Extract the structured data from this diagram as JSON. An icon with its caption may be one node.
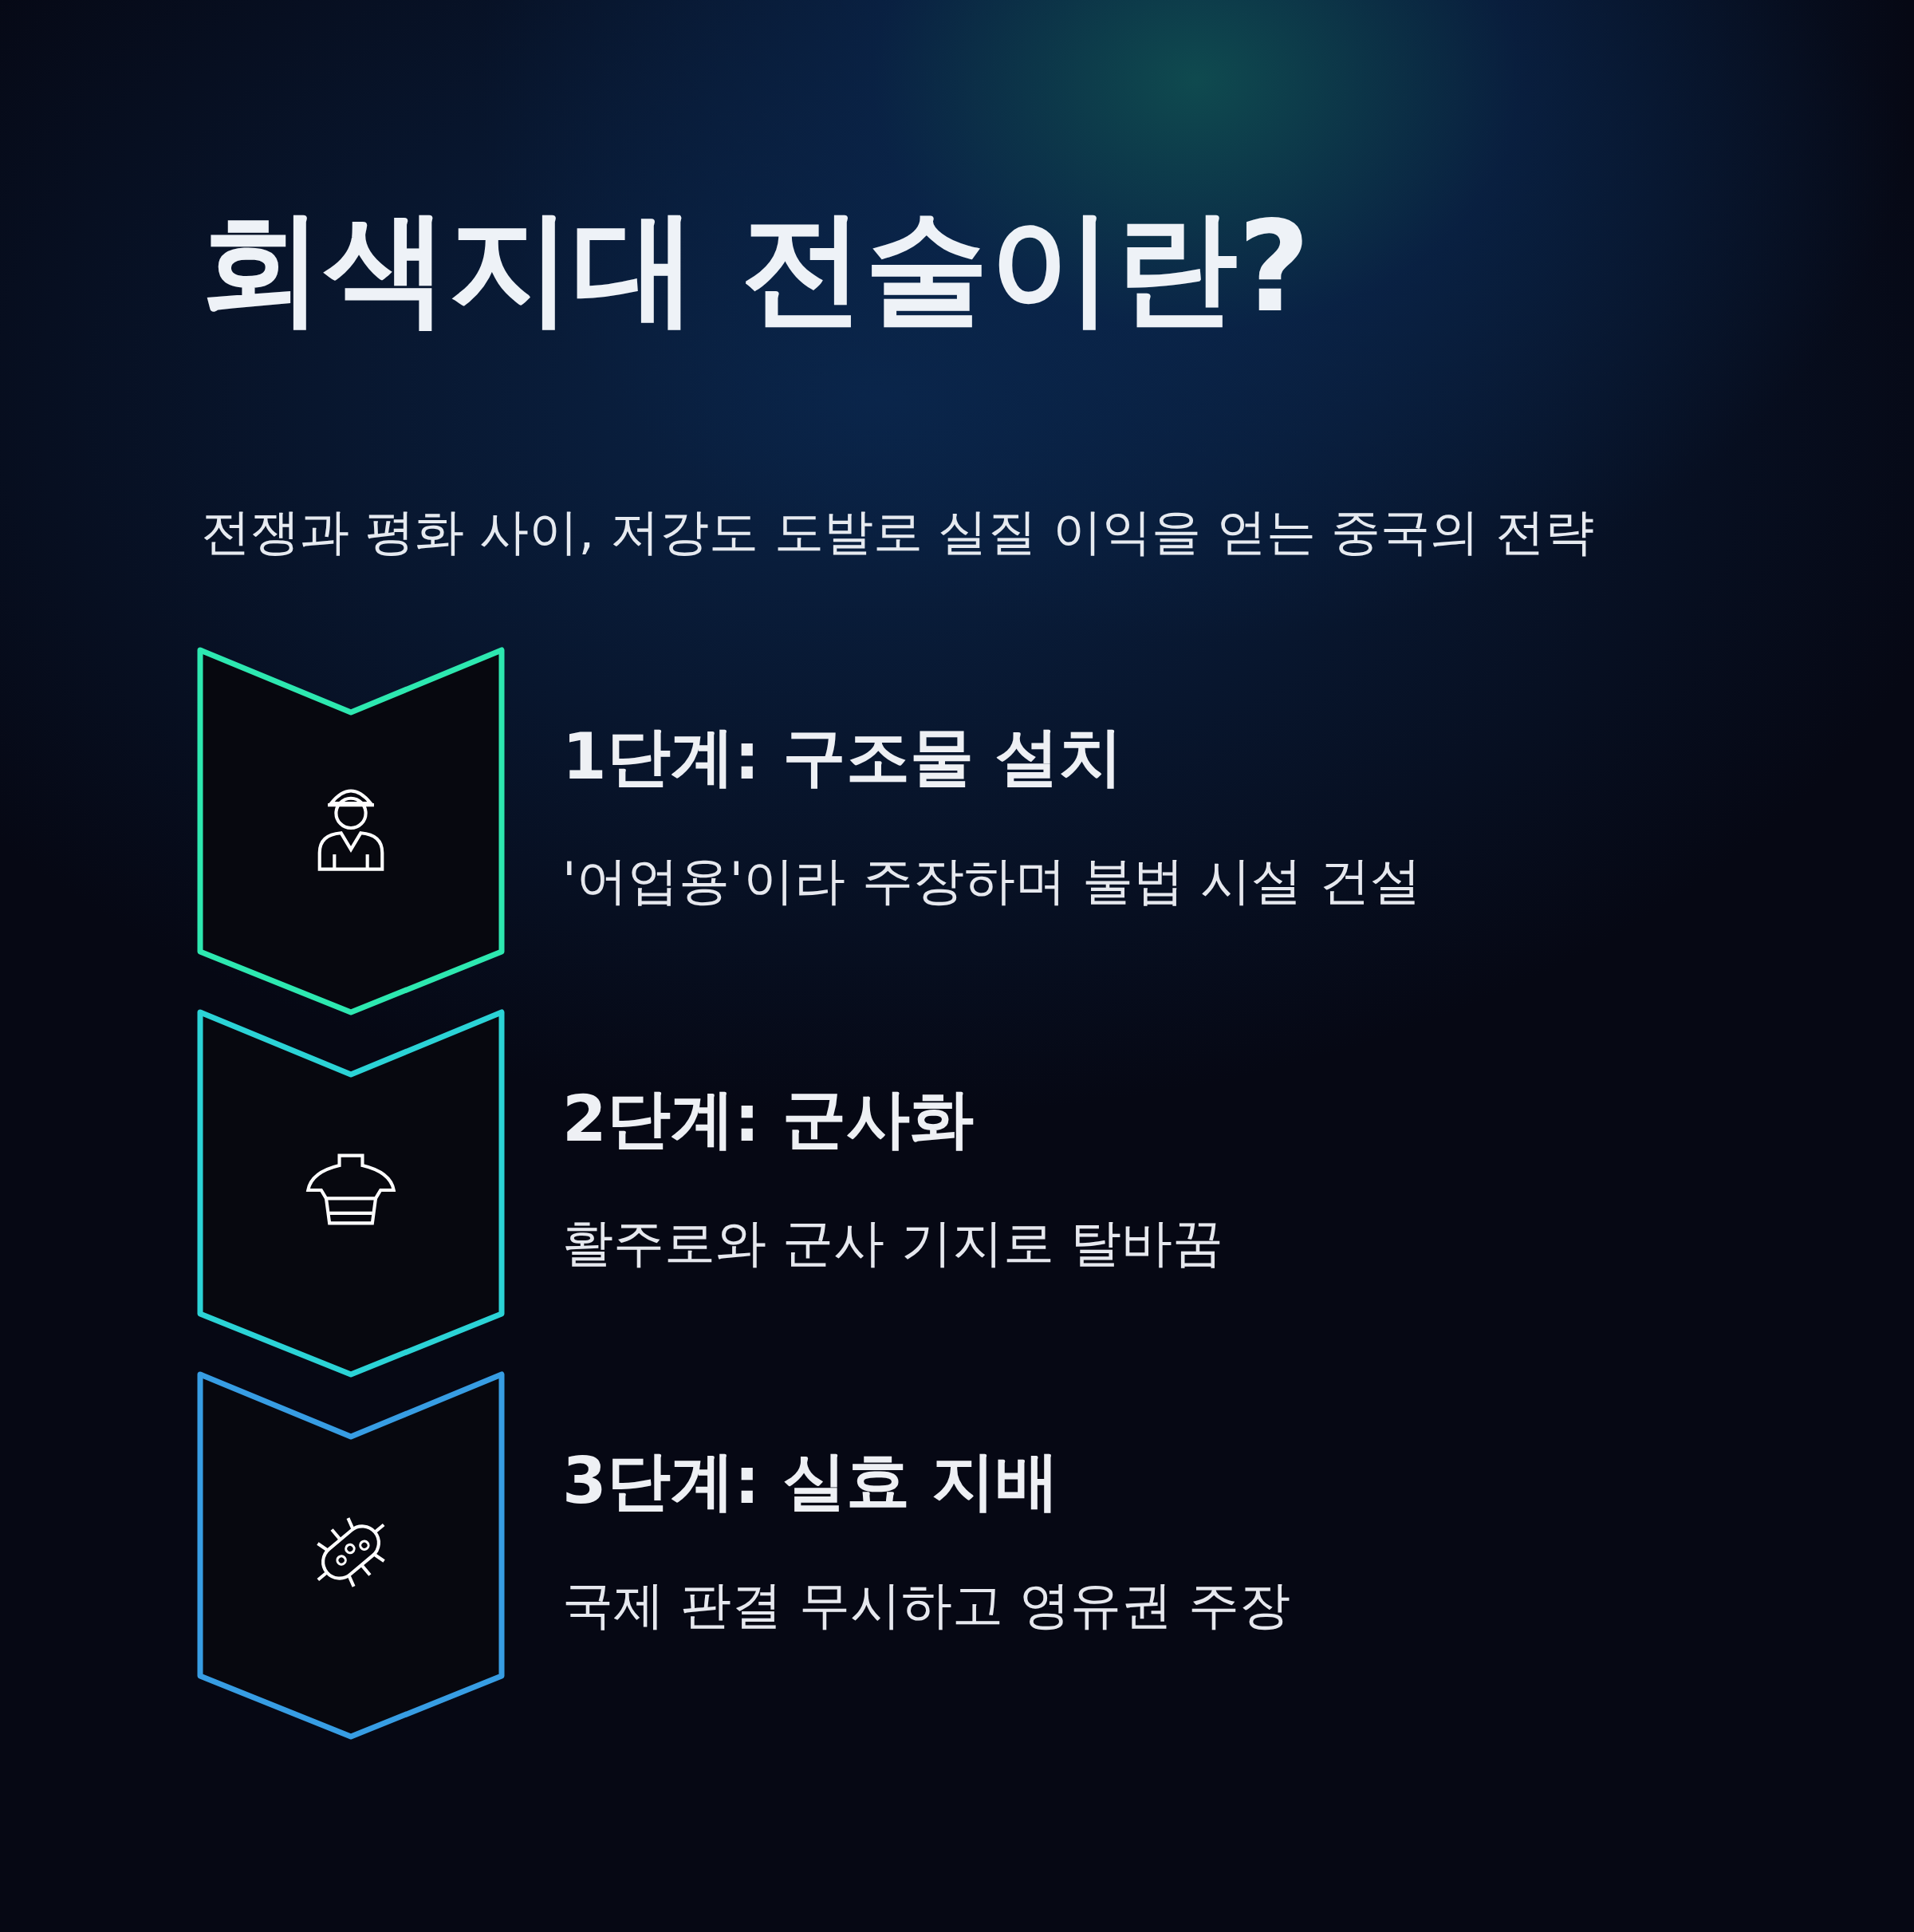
{
  "diagram": {
    "title": "회색지대 전술이란?",
    "nodes": [
      {
        "text": [
          "1단계: 구조물 설치",
          "'어업용'이라 주장하며 불법 시설 건설"
        ]
      },
      {
        "text": [
          "2단계: 군사화",
          "활주로와 군사 기지로 탈바꿈"
        ]
      },
      {
        "text": [
          "3단계: 실효 지배",
          "국제 판결 무시하고 영유권 주장"
        ]
      }
    ],
    "labels": [
      "전쟁과 평화 사이, 저강도 도발로 실질 이익을 얻는 중국의 전략"
    ]
  }
}
